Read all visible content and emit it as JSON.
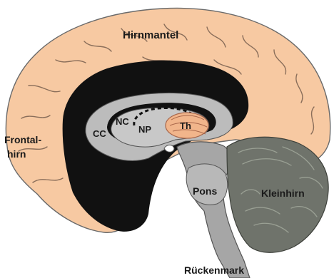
{
  "labels": {
    "cortex": "Hirnmantel",
    "frontal_line1": "Frontal-",
    "frontal_line2": "hirn",
    "corpus_callosum": "CC",
    "nucleus_caudatus": "NC",
    "nucleus_pallidus": "NP",
    "thalamus": "Th",
    "pons": "Pons",
    "cerebellum": "Kleinhirn",
    "spinal_cord": "Rückenmark"
  },
  "colors": {
    "cortex": "#f7c9a2",
    "white_matter": "#111111",
    "deep_grey": "#bcbcbc",
    "brainstem": "#a6a6a6",
    "cerebellum": "#6f736b",
    "thalamus": "#f1b58b"
  }
}
